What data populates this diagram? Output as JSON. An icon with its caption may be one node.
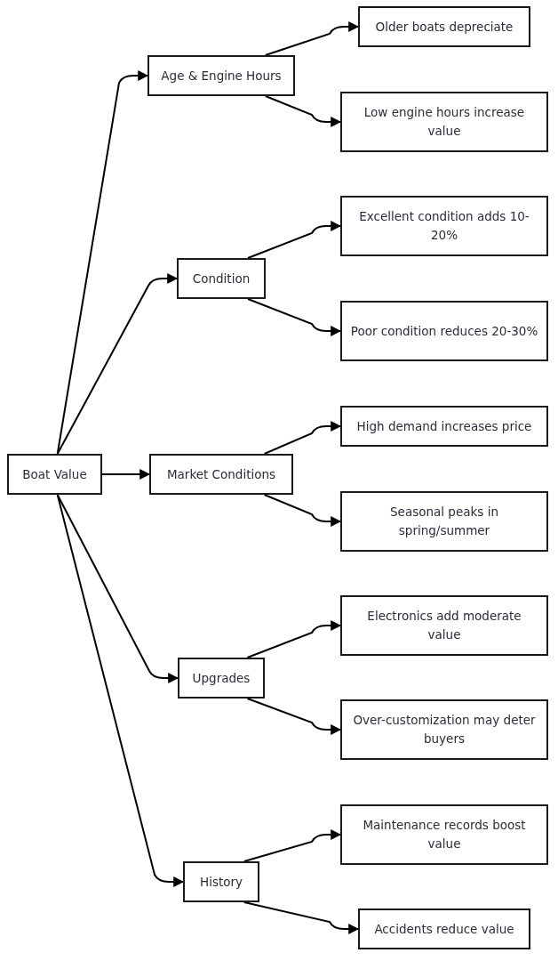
{
  "diagram": {
    "nodes": [
      {
        "text": [
          "Boat Value"
        ]
      },
      {
        "text": [
          "Age & Engine Hours"
        ]
      },
      {
        "text": [
          "Older boats depreciate"
        ]
      },
      {
        "text": [
          "Low engine hours increase value"
        ]
      },
      {
        "text": [
          "Condition"
        ]
      },
      {
        "text": [
          "Excellent condition adds 10-20%"
        ]
      },
      {
        "text": [
          "Poor condition reduces 20-30%"
        ]
      },
      {
        "text": [
          "Market Conditions"
        ]
      },
      {
        "text": [
          "High demand increases price"
        ]
      },
      {
        "text": [
          "Seasonal peaks in spring/summer"
        ]
      },
      {
        "text": [
          "Upgrades"
        ]
      },
      {
        "text": [
          "Electronics add moderate value"
        ]
      },
      {
        "text": [
          "Over-customization may deter buyers"
        ]
      },
      {
        "text": [
          "History"
        ]
      },
      {
        "text": [
          "Maintenance records boost value"
        ]
      },
      {
        "text": [
          "Accidents reduce value"
        ]
      }
    ],
    "edges": [
      {
        "from": 0,
        "to": 1,
        "arrow": "to"
      },
      {
        "from": 0,
        "to": 4,
        "arrow": "to"
      },
      {
        "from": 0,
        "to": 7,
        "arrow": "to"
      },
      {
        "from": 0,
        "to": 10,
        "arrow": "to"
      },
      {
        "from": 0,
        "to": 13,
        "arrow": "to"
      },
      {
        "from": 1,
        "to": 2,
        "arrow": "to"
      },
      {
        "from": 1,
        "to": 3,
        "arrow": "to"
      },
      {
        "from": 4,
        "to": 5,
        "arrow": "to"
      },
      {
        "from": 4,
        "to": 6,
        "arrow": "to"
      },
      {
        "from": 7,
        "to": 8,
        "arrow": "to"
      },
      {
        "from": 7,
        "to": 9,
        "arrow": "to"
      },
      {
        "from": 10,
        "to": 11,
        "arrow": "to"
      },
      {
        "from": 10,
        "to": 12,
        "arrow": "to"
      },
      {
        "from": 13,
        "to": 14,
        "arrow": "to"
      },
      {
        "from": 13,
        "to": 15,
        "arrow": "to"
      }
    ]
  }
}
